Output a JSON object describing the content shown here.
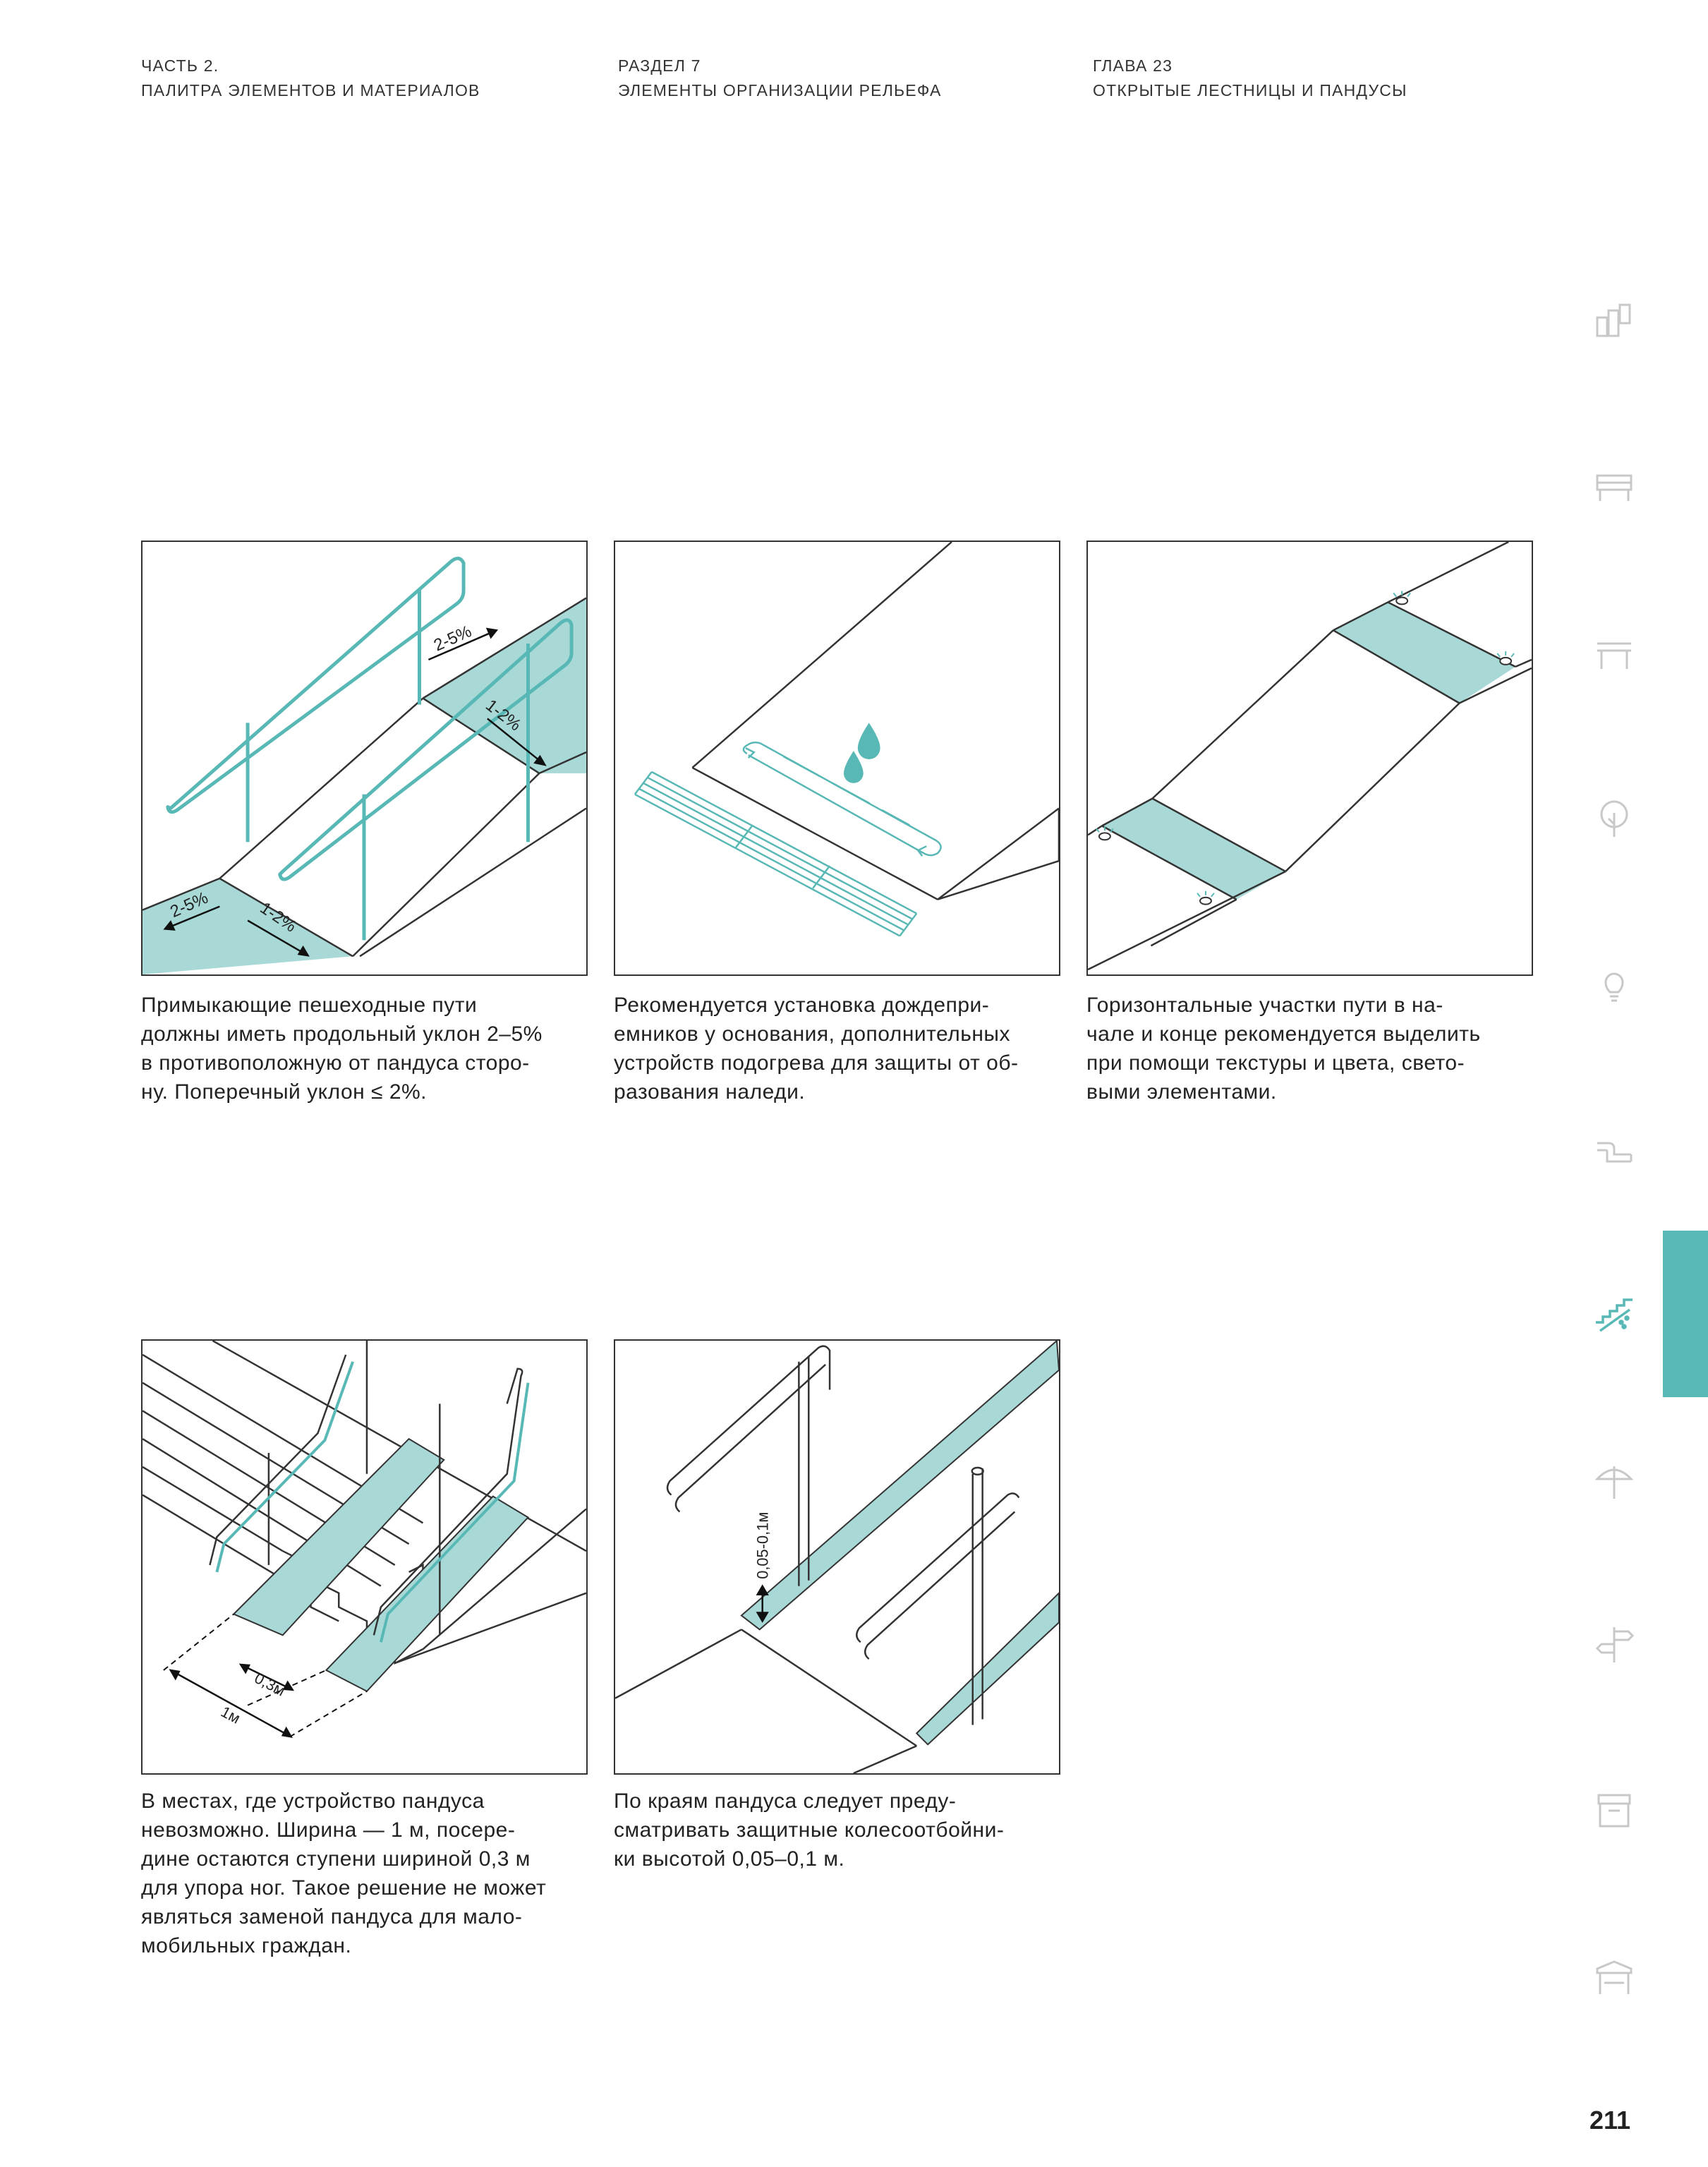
{
  "header": {
    "part": {
      "line1": "ЧАСТЬ 2.",
      "line2": "ПАЛИТРА ЭЛЕМЕНТОВ И МАТЕРИАЛОВ"
    },
    "section": {
      "line1": "РАЗДЕЛ 7",
      "line2": "ЭЛЕМЕНТЫ ОРГАНИЗАЦИИ РЕЛЬЕФА"
    },
    "chapter": {
      "line1": "ГЛАВА 23",
      "line2": "ОТКРЫТЫЕ ЛЕСТНИЦЫ И ПАНДУСЫ"
    }
  },
  "figures": [
    {
      "labels": {
        "slope_top_long": "2-5%",
        "slope_top_cross": "1-2%",
        "slope_bottom_long": "2-5%",
        "slope_bottom_cross": "1-2%"
      },
      "caption": [
        "Примыкающие пешеходные пути",
        "должны иметь продольный уклон 2–5%",
        "в противоположную от пандуса сторо-",
        "ну. Поперечный уклон ≤ 2%."
      ]
    },
    {
      "caption": [
        "Рекомендуется установка дождепри-",
        "емников у основания, дополнительных",
        "устройств подогрева для защиты от об-",
        "разования наледи."
      ]
    },
    {
      "caption": [
        "Горизонтальные участки пути в на-",
        "чале и конце рекомендуется выделить",
        "при помощи текстуры и цвета, свето-",
        "выми элементами."
      ]
    },
    {
      "labels": {
        "step_width": "0,3м",
        "ramp_width": "1м"
      },
      "caption": [
        "В местах, где устройство пандуса",
        "невозможно. Ширина — 1 м, посере-",
        "дине остаются ступени шириной 0,3 м",
        "для упора ног. Такое решение не может",
        "являться заменой пандуса для мало-",
        "мобильных граждан."
      ]
    },
    {
      "labels": {
        "curb_height": "0,05-0,1м"
      },
      "caption": [
        "По краям пандуса следует преду-",
        "сматривать защитные колесоотбойни-",
        "ки высотой 0,05–0,1 м."
      ]
    }
  ],
  "sidebar": {
    "icons": [
      "buildings-icon",
      "bench-icon",
      "table-icon",
      "tree-icon",
      "lightbulb-icon",
      "pipe-icon",
      "stairs-ramp-icon",
      "umbrella-icon",
      "signpost-icon",
      "kiosk-icon",
      "shelter-icon"
    ],
    "active": "stairs-ramp-icon"
  },
  "colors": {
    "accent": "#58b8b5",
    "fill": "#a8d9d7",
    "line": "#333333",
    "icon_gray": "#c8c8c8"
  },
  "page_number": "211"
}
